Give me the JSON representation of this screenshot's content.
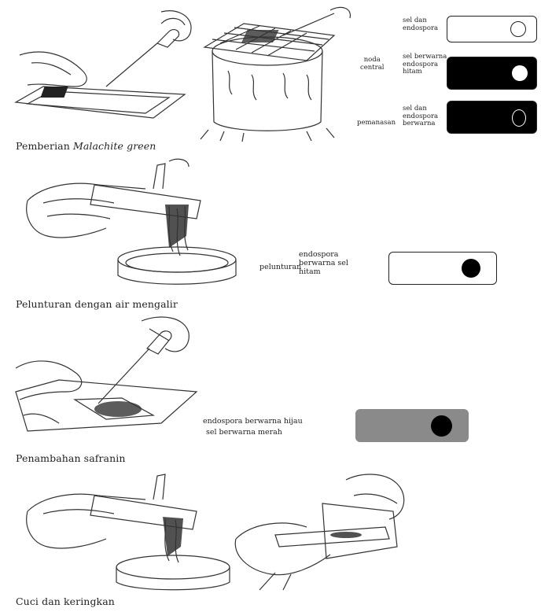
{
  "step1": {
    "caption_prefix": "Pemberian ",
    "caption_emph": "Malachite green",
    "legend": [
      {
        "group": "",
        "desc": "sel dan\nendospora",
        "fill": "#ffffff",
        "dot": "white"
      },
      {
        "group": "noda\ncentral",
        "desc": "sel berwarna\nendospora\nhitam",
        "fill": "#000000",
        "dot": "white"
      },
      {
        "group": "pemanasan",
        "desc": "sel dan\nendospora\nberwarna",
        "fill": "#000000",
        "dot": "ring"
      }
    ]
  },
  "step2": {
    "caption": "Pelunturan dengan air mengalir",
    "label": "pelunturan",
    "desc": "endospora\nberwarna sel\nhitam",
    "fill": "#ffffff"
  },
  "step3": {
    "caption": "Penambahan safranin",
    "desc_line1": "endospora berwarna hijau",
    "desc_line2": "sel berwarna merah",
    "fill": "#8a8a8a"
  },
  "step4": {
    "caption": "Cuci dan keringkan"
  }
}
